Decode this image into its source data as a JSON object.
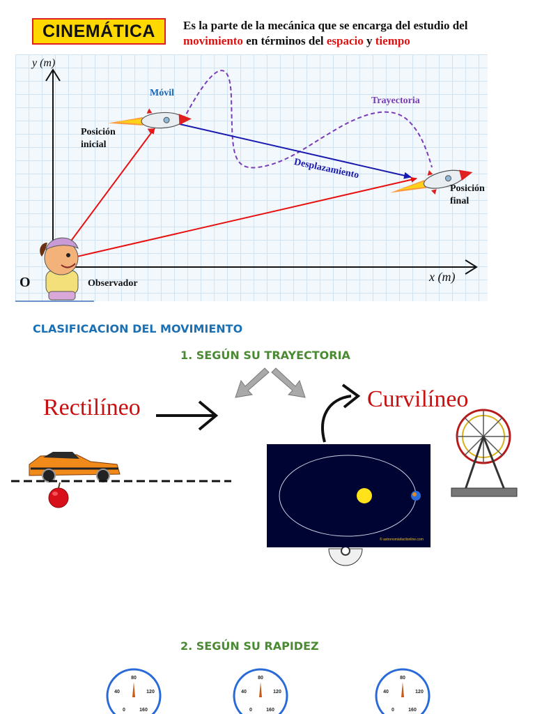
{
  "header": {
    "title": "CINEMÁTICA",
    "intro_part1": "Es la parte de la mecánica que se encarga del estudio del ",
    "intro_word1": "movimiento",
    "intro_part2": " en términos del ",
    "intro_word2": "espacio",
    "intro_part3": " y ",
    "intro_word3": "tiempo"
  },
  "diagram": {
    "y_axis_label": "y (m)",
    "x_axis_label": "x (m)",
    "origin_label": "O",
    "observer_label": "Observador",
    "movil_label": "Móvil",
    "initial_position_line1": "Posición",
    "initial_position_line2": "inicial",
    "final_position_line1": "Posición",
    "final_position_line2": "final",
    "trajectory_label": "Trayectoria",
    "displacement_label": "Desplazamiento",
    "colors": {
      "position_vector": "#e81010",
      "displacement": "#1a1ab0",
      "trajectory": "#7a3cb8",
      "movil_label": "#1a66b8"
    }
  },
  "classification": {
    "heading": "CLASIFICACION DEL MOVIMIENTO",
    "heading_color": "#1b6fb3",
    "by_trajectory": "1. SEGÚN SU TRAYECTORIA",
    "by_speed": "2. SEGÚN SU RAPIDEZ",
    "sub_color": "#4a8a32",
    "rectilinear": "Rectilíneo",
    "curvilinear": "Curvilíneo",
    "space_credit": "© astronomiafacilonline.com"
  },
  "gauges": [
    {
      "ticks": [
        "40",
        "80",
        "120",
        "0",
        "160"
      ]
    },
    {
      "ticks": [
        "40",
        "80",
        "120",
        "0",
        "160"
      ]
    },
    {
      "ticks": [
        "40",
        "80",
        "120",
        "0",
        "160"
      ]
    }
  ]
}
